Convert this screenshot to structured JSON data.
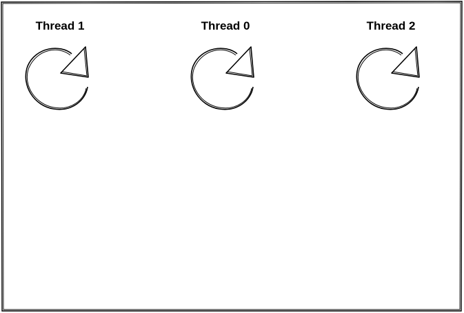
{
  "diagram": {
    "threads": [
      {
        "label": "Thread 1",
        "icon": "refresh-cycle-icon"
      },
      {
        "label": "Thread 0",
        "icon": "refresh-cycle-icon"
      },
      {
        "label": "Thread 2",
        "icon": "refresh-cycle-icon"
      }
    ]
  },
  "colors": {
    "stroke": "#000000",
    "fill": "#ffffff"
  }
}
